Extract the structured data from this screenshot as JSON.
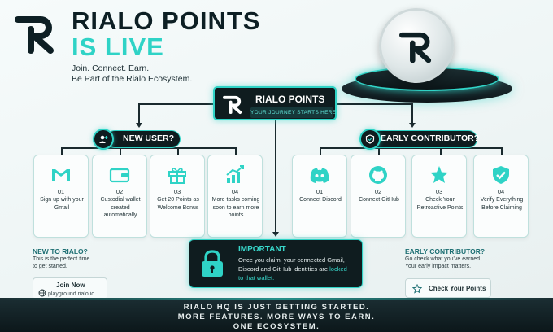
{
  "header": {
    "title_line1": "RIALO POINTS",
    "title_line2": "IS LIVE",
    "tagline_line1": "Join. Connect. Earn.",
    "tagline_line2": "Be Part of the Rialo Ecosystem."
  },
  "center": {
    "title": "RIALO POINTS",
    "subtitle": "YOUR JOURNEY STARTS HERE"
  },
  "new_user": {
    "heading": "NEW USER?",
    "steps": [
      {
        "number": "01",
        "text": "Sign up with your Gmail",
        "icon": "gmail-icon"
      },
      {
        "number": "02",
        "text": "Custodial wallet created automatically",
        "icon": "wallet-icon"
      },
      {
        "number": "03",
        "text": "Get 20 Points as Welcome Bonus",
        "icon": "gift-icon"
      },
      {
        "number": "04",
        "text": "More tasks coming soon to earn more points",
        "icon": "chart-icon"
      }
    ]
  },
  "early_contributor": {
    "heading": "EARLY CONTRIBUTOR?",
    "steps": [
      {
        "number": "01",
        "text": "Connect Discord",
        "icon": "discord-icon"
      },
      {
        "number": "02",
        "text": "Connect GitHub",
        "icon": "github-icon"
      },
      {
        "number": "03",
        "text": "Check Your Retroactive Points",
        "icon": "star-icon"
      },
      {
        "number": "04",
        "text": "Verify Everything Before Claiming",
        "icon": "shield-check-icon"
      }
    ]
  },
  "new_to_rialo": {
    "title": "NEW TO RIALO?",
    "text_line1": "This is the perfect time",
    "text_line2": "to get started.",
    "button_label": "Join Now",
    "button_url": "playground.rialo.io"
  },
  "early_contributor_note": {
    "title": "EARLY CONTRIBUTOR?",
    "text_line1": "Go check what you've earned.",
    "text_line2": "Your early impact matters.",
    "button_label": "Check Your Points"
  },
  "important": {
    "title": "IMPORTANT",
    "line1": "Once you claim, your connected Gmail,",
    "line2_start": "Discord and GitHub identities are ",
    "line2_highlight": "locked",
    "line3": "to that wallet."
  },
  "footer": {
    "line1": "RIALO HQ IS JUST GETTING STARTED.",
    "line2": "MORE FEATURES. MORE WAYS TO EARN.",
    "line3": "ONE ECOSYSTEM."
  },
  "colors": {
    "accent": "#2fd3c6",
    "dark": "#0f1c1f",
    "background": "#eef5f5"
  }
}
